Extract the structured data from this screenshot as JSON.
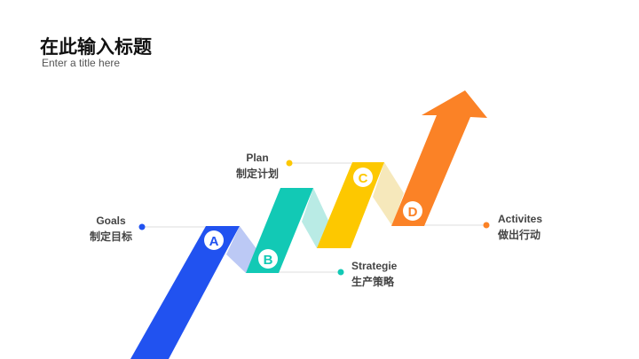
{
  "header": {
    "title": "在此输入标题",
    "subtitle": "Enter a title here"
  },
  "steps": [
    {
      "letter": "A",
      "en": "Goals",
      "zh": "制定目标",
      "color": "#2152f0",
      "light": "#bcc9f5"
    },
    {
      "letter": "B",
      "en": "Strategie",
      "zh": "生产策略",
      "color": "#12c9b5",
      "light": "#b9ebe5"
    },
    {
      "letter": "C",
      "en": "Plan",
      "zh": "制定计划",
      "color": "#fdc800",
      "light": "#f6e8bb"
    },
    {
      "letter": "D",
      "en": "Activites",
      "zh": "做出行动",
      "color": "#fb8226"
    }
  ]
}
